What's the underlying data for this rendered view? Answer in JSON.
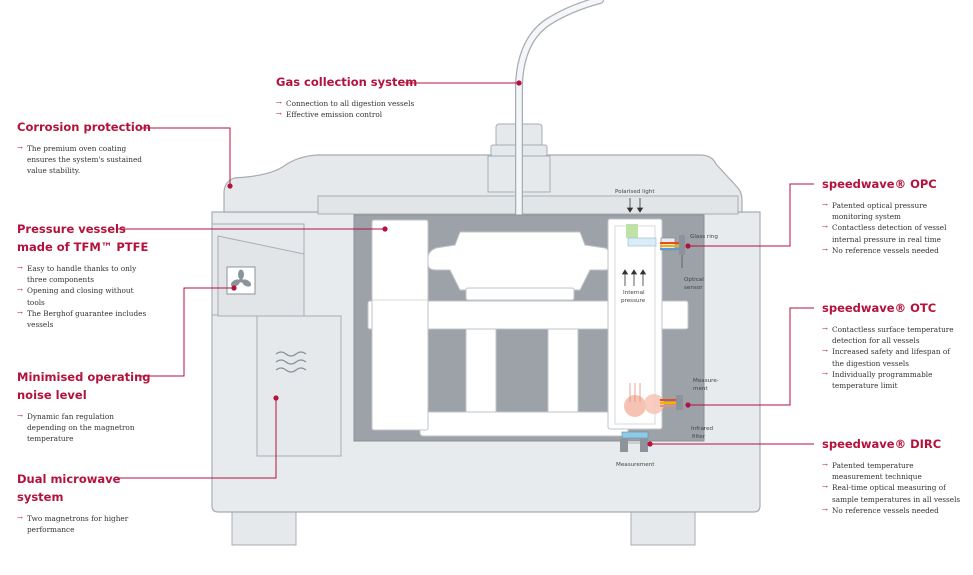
{
  "callouts": {
    "gas": {
      "title": "Gas collection system",
      "items": [
        "Connection to all digestion vessels",
        "Effective emission control"
      ]
    },
    "corrosion": {
      "title": "Corrosion protection",
      "items": [
        "The premium oven coating ensures the system's sustained value stability."
      ]
    },
    "pressure_vessels": {
      "title_line1": "Pressure vessels",
      "title_line2": "made of TFM™ PTFE",
      "items": [
        "Easy to handle thanks to only three components",
        "Opening and closing without tools",
        "The Berghof guarantee includes vessels"
      ]
    },
    "noise": {
      "title_line1": "Minimised operating",
      "title_line2": "noise level",
      "items": [
        "Dynamic fan regulation depending on the magnetron temperature"
      ]
    },
    "microwave": {
      "title_line1": "Dual microwave",
      "title_line2": "system",
      "items": [
        "Two magnetrons for higher performance"
      ]
    },
    "opc": {
      "title": "speedwave® OPC",
      "items": [
        "Patented optical pressure monitoring system",
        "Contactless detection of vessel internal pressure in real time",
        "No reference vessels needed"
      ]
    },
    "otc": {
      "title": "speedwave® OTC",
      "items": [
        "Contactless surface temperature detection for all vessels",
        "Increased safety and lifespan of the digestion vessels",
        "Individually programmable temperature limit"
      ]
    },
    "dirc": {
      "title": "speedwave® DIRC",
      "items": [
        "Patented temperature measurement technique",
        "Real-time optical measuring of sample temperatures in all vessels",
        "No reference vessels needed"
      ]
    }
  },
  "diagram_labels": {
    "polarised_light": "Polarised light",
    "glass_ring": "Glass ring",
    "optical_sensor_1": "Optical",
    "optical_sensor_2": "sensor",
    "internal_pressure_1": "Internal",
    "internal_pressure_2": "pressure",
    "measurement_side_1": "Measure-",
    "measurement_side_2": "ment",
    "infrared_filter_1": "Infrared",
    "infrared_filter_2": "filter",
    "measurement_bottom": "Measurement"
  },
  "colors": {
    "accent": "#b3123c",
    "device_fill": "#e8ebee",
    "device_stroke": "#a7adb4",
    "chamber": "#9ca2a8",
    "vessel": "#ffffff"
  }
}
